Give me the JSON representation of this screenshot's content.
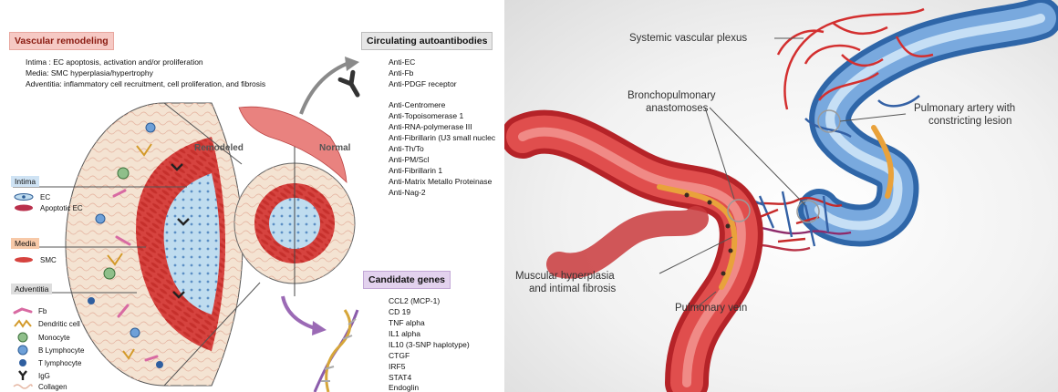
{
  "left": {
    "vascular_remodeling_title": "Vascular remodeling",
    "remodeling_lines": [
      "Intima : EC apoptosis, activation and/or proliferation",
      "Media: SMC hyperplasia/hypertrophy",
      "Adventitia: inflammatory cell recruitment, cell proliferation, and fibrosis"
    ],
    "remodeled_label": "Remodeled",
    "normal_label": "Normal",
    "sections": {
      "intima": "Intima",
      "media": "Media",
      "adventitia": "Adventitia"
    },
    "intima_items": [
      "EC",
      "Apoptotic EC"
    ],
    "media_items": [
      "SMC"
    ],
    "adventitia_items": [
      "Fb",
      "Dendritic cell",
      "Monocyte",
      "B Lymphocyte",
      "T lymphocyte",
      "IgG",
      "Collagen"
    ],
    "autoantibodies_title": "Circulating autoantibodies",
    "autoantibodies_group1": [
      "Anti-EC",
      "Anti-Fb",
      "Anti-PDGF receptor"
    ],
    "autoantibodies_group2": [
      "Anti-Centromere",
      "Anti-Topoisomerase 1",
      "Anti-RNA-polymerase III",
      "Anti-Fibrillarin (U3 small nuclec",
      "Anti-Th/To",
      "Anti-PM/Scl",
      "Anti-Fibrillarin 1",
      "Anti-Matrix Metallo Proteinase",
      "Anti-Nag-2"
    ],
    "candidate_genes_title": "Candidate genes",
    "candidate_genes": [
      "CCL2 (MCP-1)",
      "CD 19",
      "TNF alpha",
      "IL1 alpha",
      "IL10 (3-SNP haplotype)",
      "CTGF",
      "IRF5",
      "STAT4",
      "Endoglin"
    ]
  },
  "right": {
    "labels": {
      "systemic_plexus": "Systemic vascular plexus",
      "bronchopulmonary_l1": "Bronchopulmonary",
      "bronchopulmonary_l2": "anastomoses",
      "pulm_artery_l1": "Pulmonary artery with",
      "pulm_artery_l2": "constricting lesion",
      "muscular_l1": "Muscular hyperplasia",
      "muscular_l2": "and intimal fibrosis",
      "pulmonary_vein": "Pulmonary vein"
    }
  },
  "colors": {
    "vein_red": "#d8383a",
    "artery_blue": "#4f86c6",
    "pink_tag": "#f6c9c4",
    "lilac_tag": "#e3d2ee",
    "tissue_cream": "#f4e3d2"
  }
}
